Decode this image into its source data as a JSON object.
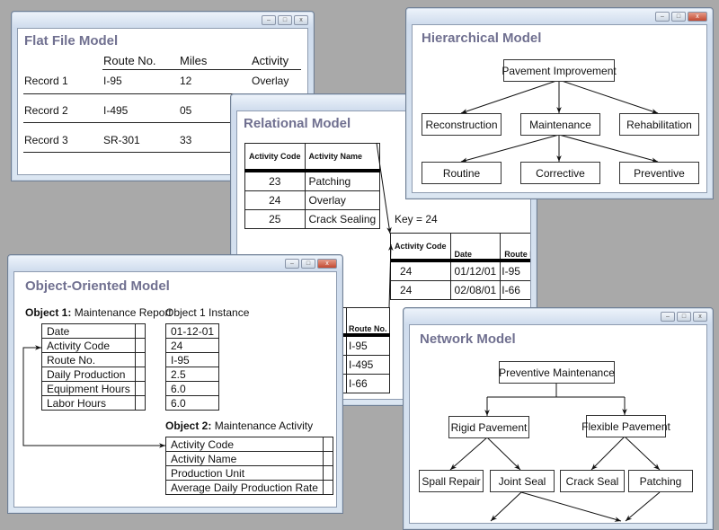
{
  "window_controls": {
    "minimize": "–",
    "maximize": "□",
    "close": "x"
  },
  "flat": {
    "title": "Flat File Model",
    "headers": [
      "Route No.",
      "Miles",
      "Activity"
    ],
    "rows": [
      {
        "label": "Record 1",
        "route": "I-95",
        "miles": "12",
        "activity": "Overlay"
      },
      {
        "label": "Record 2",
        "route": "I-495",
        "miles": "05"
      },
      {
        "label": "Record 3",
        "route": "SR-301",
        "miles": "33"
      }
    ]
  },
  "relational": {
    "title": "Relational Model",
    "activities": {
      "headers": [
        "Activity Code",
        "Activity Name"
      ],
      "rows": [
        [
          "23",
          "Patching"
        ],
        [
          "24",
          "Overlay"
        ],
        [
          "25",
          "Crack Sealing"
        ]
      ]
    },
    "key_label": "Key = 24",
    "records": {
      "headers": [
        "Activity Code",
        "Date",
        "Route No."
      ],
      "rows": [
        [
          "24",
          "01/12/01",
          "I-95"
        ],
        [
          "24",
          "02/08/01",
          "I-66"
        ]
      ]
    },
    "routes": {
      "header": "Route No.",
      "rows": [
        "I-95",
        "I-495",
        "I-66"
      ]
    }
  },
  "hierarchical": {
    "title": "Hierarchical Model",
    "root": "Pavement Improvement",
    "level2": [
      "Reconstruction",
      "Maintenance",
      "Rehabilitation"
    ],
    "level3": [
      "Routine",
      "Corrective",
      "Preventive"
    ]
  },
  "object_oriented": {
    "title": "Object-Oriented Model",
    "object1": {
      "label": "Object 1:",
      "name": "Maintenance Report",
      "fields": [
        "Date",
        "Activity Code",
        "Route No.",
        "Daily Production",
        "Equipment Hours",
        "Labor Hours"
      ]
    },
    "instance": {
      "label": "Object 1 Instance",
      "values": [
        "01-12-01",
        "24",
        "I-95",
        "2.5",
        "6.0",
        "6.0"
      ]
    },
    "object2": {
      "label": "Object 2:",
      "name": "Maintenance Activity",
      "fields": [
        "Activity Code",
        "Activity Name",
        "Production Unit",
        "Average Daily Production Rate"
      ]
    }
  },
  "network": {
    "title": "Network Model",
    "root": "Preventive Maintenance",
    "level2": [
      "Rigid Pavement",
      "Flexible Pavement"
    ],
    "level3": [
      "Spall Repair",
      "Joint Seal",
      "Crack Seal",
      "Patching"
    ]
  },
  "colors": {
    "title": "#707090",
    "background": "#a9a9a9",
    "close_button": "#c24a32"
  }
}
